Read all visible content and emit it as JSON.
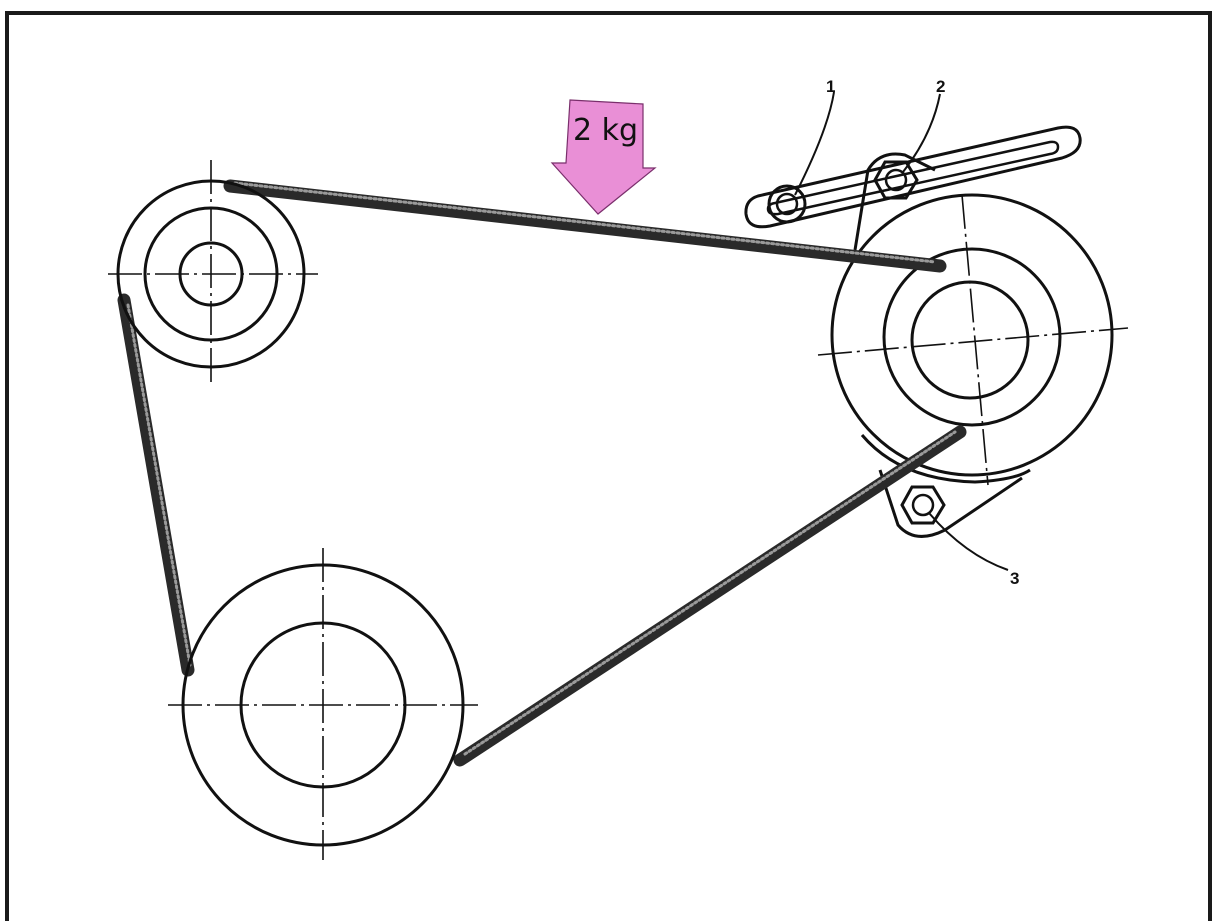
{
  "load_arrow": {
    "label": "2 kg",
    "color": "#e98fd6"
  },
  "callouts": [
    {
      "id": "1",
      "label": "1"
    },
    {
      "id": "2",
      "label": "2"
    },
    {
      "id": "3",
      "label": "3"
    }
  ],
  "colors": {
    "line": "#111111",
    "belt": "#2a2a2a",
    "frame": "#1a1a1a",
    "background": "#ffffff"
  }
}
